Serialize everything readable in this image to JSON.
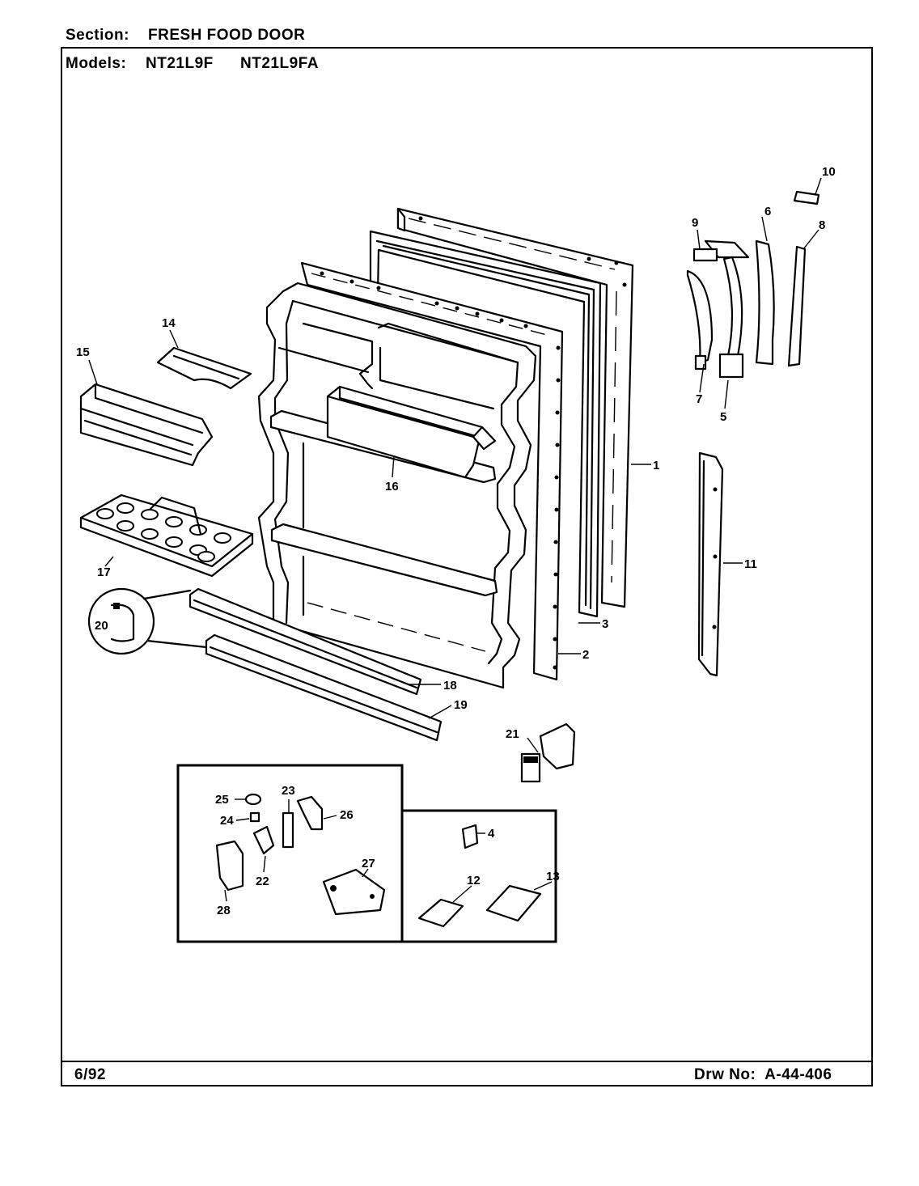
{
  "header": {
    "section_label": "Section:",
    "section_value": "FRESH FOOD DOOR",
    "models_label": "Models:",
    "models": [
      "NT21L9F",
      "NT21L9FA"
    ]
  },
  "footer": {
    "date": "6/92",
    "drawing_number": "Drw No:  A-44-406"
  },
  "part_callouts": [
    "1",
    "2",
    "3",
    "4",
    "5",
    "6",
    "7",
    "8",
    "9",
    "10",
    "11",
    "12",
    "13",
    "14",
    "15",
    "16",
    "17",
    "18",
    "19",
    "20",
    "21",
    "22",
    "23",
    "24",
    "25",
    "26",
    "27",
    "28"
  ]
}
